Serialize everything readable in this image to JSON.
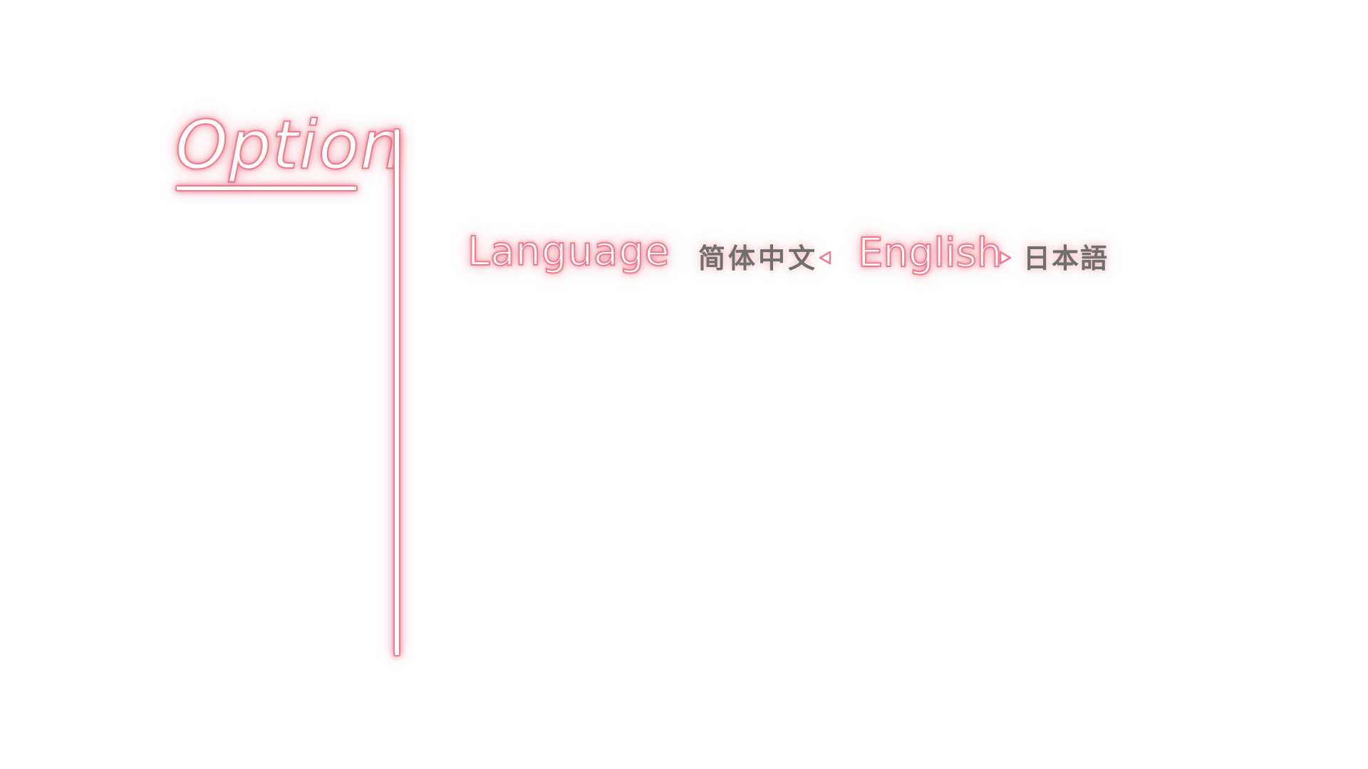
{
  "screen": {
    "title": "Option"
  },
  "settings": {
    "language": {
      "label": "Language",
      "previous_option": "简体中文",
      "current_value": "English",
      "next_option": "日本語"
    }
  },
  "colors": {
    "neon_accent": "#f07c8c",
    "inactive_text": "#6f6f6f",
    "background": "#ffffff"
  },
  "icons": {
    "previous": "triangle-left-icon",
    "next": "triangle-right-icon"
  }
}
